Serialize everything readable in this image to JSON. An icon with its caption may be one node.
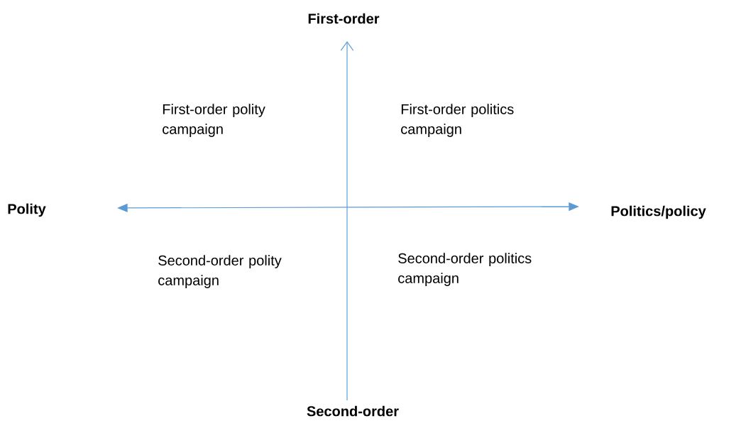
{
  "diagram": {
    "labels": [
      "First-order",
      "First-order polity campaign",
      "First-order politics campaign",
      "Polity",
      "Politics/policy",
      "Second-order polity campaign",
      "Second-order politics campaign",
      "Second-order"
    ]
  }
}
